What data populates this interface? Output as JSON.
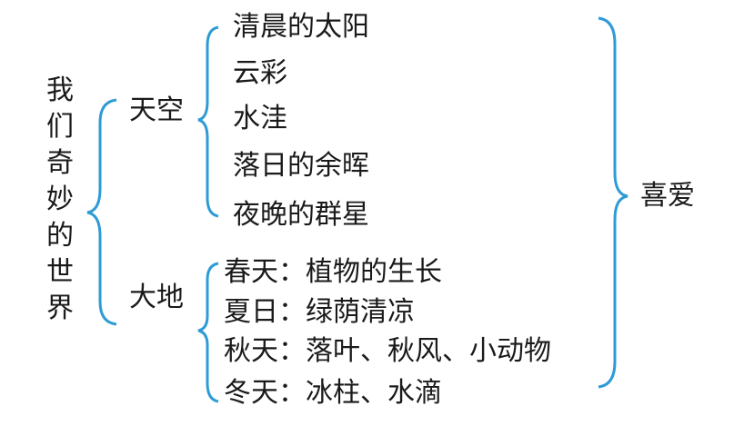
{
  "title_chars": [
    "我",
    "们",
    "奇",
    "妙",
    "的",
    "世",
    "界"
  ],
  "brace_color": "#2e9bd6",
  "branches": {
    "sky": {
      "label": "天空",
      "items": [
        "清晨的太阳",
        "云彩",
        "水洼",
        "落日的余晖",
        "夜晚的群星"
      ]
    },
    "earth": {
      "label": "大地",
      "items": [
        "春天：植物的生长",
        "夏日：绿荫清凉",
        "秋天：落叶、秋风、小动物",
        "冬天：冰柱、水滴"
      ]
    }
  },
  "conclusion": "喜爱"
}
